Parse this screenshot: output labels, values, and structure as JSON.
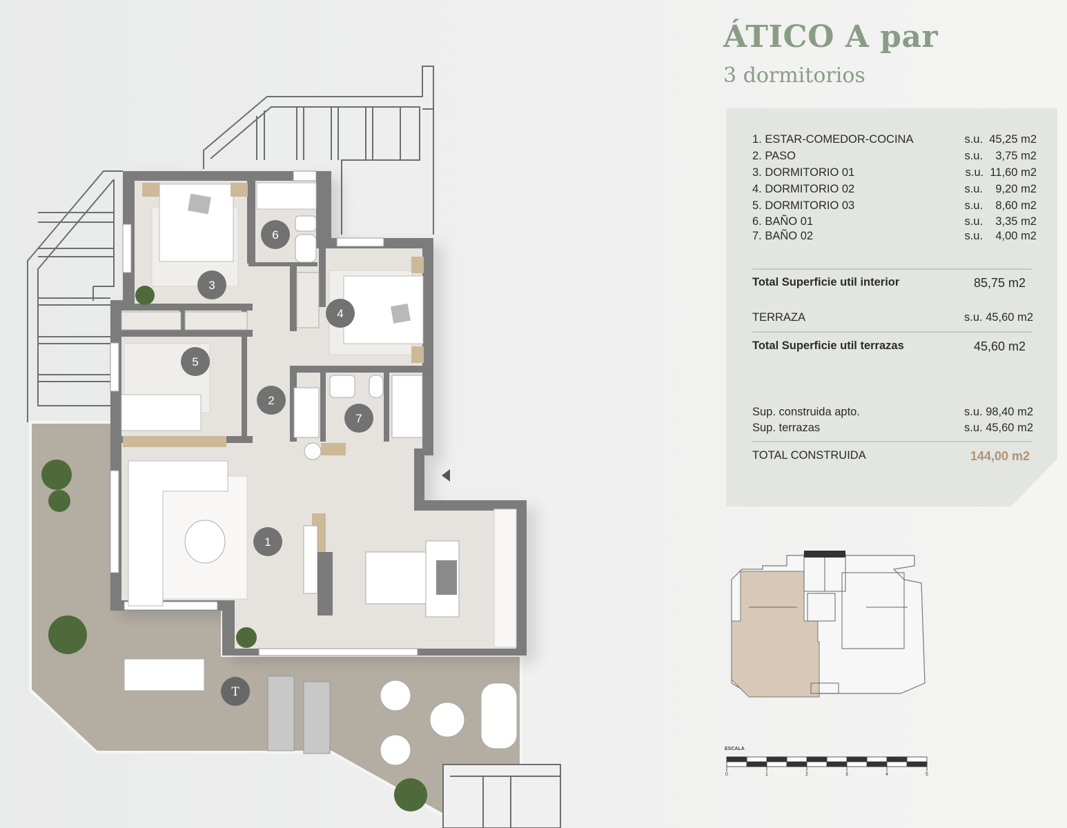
{
  "header": {
    "title": "ÁTICO A par",
    "subtitle": "3 dormitorios"
  },
  "rooms_table": {
    "rows": [
      {
        "label": "1. ESTAR-COMEDOR-COCINA",
        "value": "s.u.  45,25 m2"
      },
      {
        "label": "2. PASO",
        "value": "s.u.    3,75 m2"
      },
      {
        "label": "3. DORMITORIO 01",
        "value": "s.u.  11,60 m2"
      },
      {
        "label": "4. DORMITORIO 02",
        "value": "s.u.    9,20 m2"
      },
      {
        "label": "5. DORMITORIO 03",
        "value": "s.u.    8,60 m2"
      },
      {
        "label": "6. BAÑO 01",
        "value": "s.u.    3,35 m2"
      },
      {
        "label": "7. BAÑO 02",
        "value": "s.u.    4,00 m2"
      }
    ],
    "total_interior": {
      "label": "Total Superficie util interior",
      "value": "85,75 m2"
    },
    "terraza": {
      "label": "TERRAZA",
      "value": "s.u. 45,60 m2"
    },
    "total_terrazas": {
      "label": "Total Superficie util terrazas",
      "value": "45,60 m2"
    },
    "sup_construida": {
      "label": "Sup. construida apto.",
      "value": "s.u. 98,40 m2"
    },
    "sup_terrazas": {
      "label": "Sup. terrazas",
      "value": "s.u. 45,60 m2"
    },
    "total_construida": {
      "label": "TOTAL CONSTRUIDA",
      "value": "144,00 m2"
    }
  },
  "floorplan": {
    "markers": [
      "1",
      "2",
      "3",
      "4",
      "5",
      "6",
      "7",
      "T"
    ]
  },
  "scale": {
    "label": "ESCALA",
    "ticks": [
      "0",
      "1",
      "2",
      "3",
      "4",
      "5"
    ]
  },
  "colors": {
    "title": "#8a9c86",
    "panel": "#e3e5e1",
    "wall": "#7b7b7b",
    "floor": "#e6e3df",
    "terrace": "#b3ada2",
    "marker": "#727272",
    "total_accent": "#b09275",
    "keyplan_highlight": "#d8c8b8"
  }
}
